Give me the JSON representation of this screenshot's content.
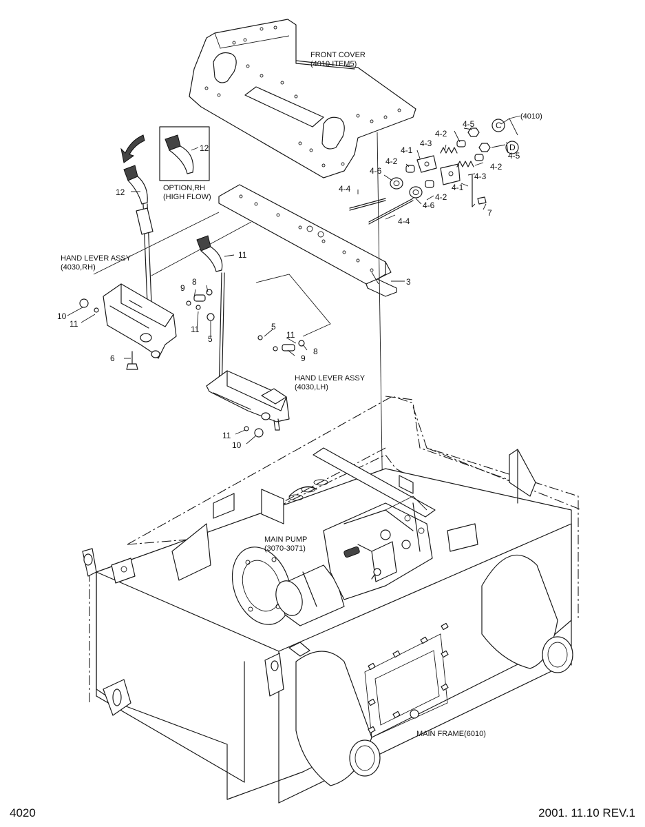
{
  "labels": {
    "front_cover": [
      "FRONT COVER",
      "(4010 ITEM5)"
    ],
    "option_rh": [
      "OPTION,RH",
      "(HIGH FLOW)"
    ],
    "hand_lever_rh": [
      "HAND LEVER ASSY",
      "(4030,RH)"
    ],
    "hand_lever_lh": [
      "HAND LEVER ASSY",
      "(4030,LH)"
    ],
    "main_pump": [
      "MAIN PUMP",
      "(3070-3071)"
    ],
    "main_frame": "MAIN FRAME(6010)",
    "ref_4010": "(4010)"
  },
  "callouts": {
    "c_4_5a": "4-5",
    "c_4_2a": "4-2",
    "c_4_3a": "4-3",
    "c_4_1a": "4-1",
    "c_4_2b": "4-2",
    "c_4_6a": "4-6",
    "c_4_4a": "4-4",
    "c_4_5b": "4-5",
    "c_4_2c": "4-2",
    "c_4_3b": "4-3",
    "c_4_1b": "4-1",
    "c_4_2d": "4-2",
    "c_4_6b": "4-6",
    "c_7": "7",
    "c_4_4b": "4-4",
    "c_3": "3",
    "c_12a": "12",
    "c_12b": "12",
    "c_11a": "11",
    "c_9a": "9",
    "c_8a": "8",
    "c_10a": "10",
    "c_11b": "11",
    "c_11c": "11",
    "c_5a": "5",
    "c_6": "6",
    "c_5b": "5",
    "c_11d": "11",
    "c_8b": "8",
    "c_9b": "9",
    "c_11e": "11",
    "c_10b": "10",
    "c_C": "C",
    "c_D": "D"
  },
  "footer": {
    "page_number": "4020",
    "revision": "2001. 11.10  REV.1"
  }
}
